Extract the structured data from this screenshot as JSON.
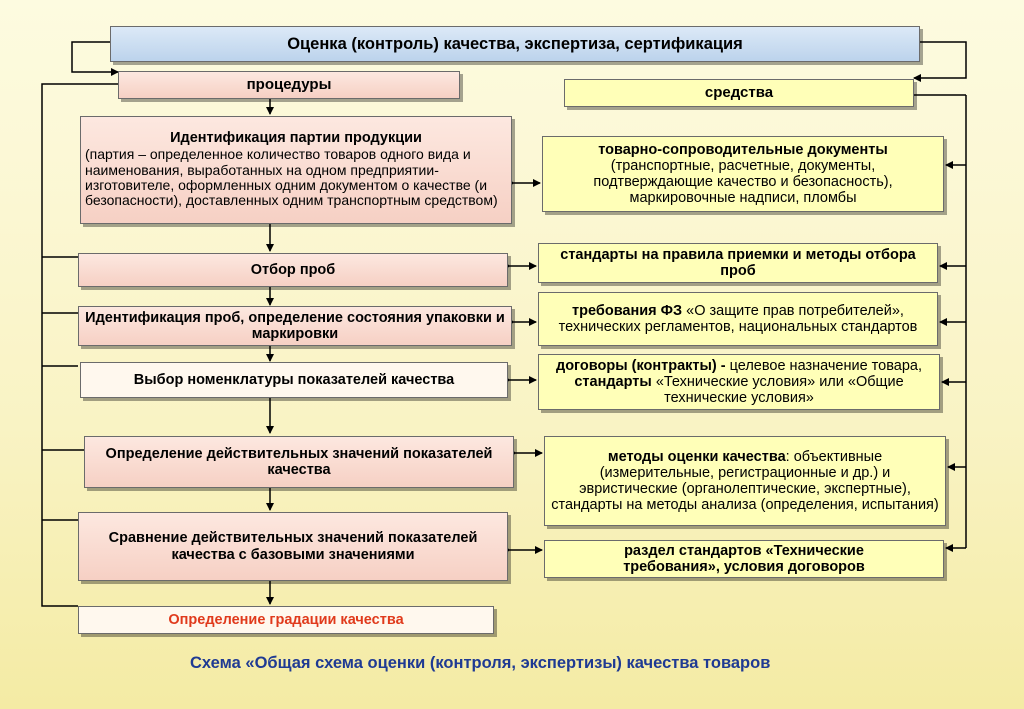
{
  "header": {
    "title": "Оценка (контроль) качества, экспертиза, сертификация"
  },
  "procedures_label": "процедуры",
  "means_label": "средства",
  "steps": [
    {
      "title": "Идентификация партии продукции",
      "text": "(партия – определенное количество товаров одного вида и наименования, выработанных на одном предприятии-изготовителе, оформленных одним документом о качестве (и безопасности), доставленных одним транспортным средством)"
    },
    {
      "title": "Отбор проб"
    },
    {
      "title": "Идентификация проб, определение состояния упаковки и маркировки"
    },
    {
      "title": "Выбор номенклатуры показателей качества"
    },
    {
      "title": "Определение действительных значений показателей качества"
    },
    {
      "title": "Сравнение действительных значений показателей качества с базовыми значениями"
    },
    {
      "title": "Определение градации качества"
    }
  ],
  "means": [
    {
      "bold": "товарно-сопроводительные документы",
      "text": "(транспортные, расчетные, документы, подтверждающие качество и безопасность), маркировочные надписи, пломбы"
    },
    {
      "bold": "стандарты на правила приемки и методы отбора проб"
    },
    {
      "bold": "требования ФЗ",
      "text": "«О защите прав потребителей», технических регламентов, национальных стандартов"
    },
    {
      "bold": "договоры (контракты) -",
      "text": "целевое назначение товара,",
      "bold2": "стандарты",
      "text2": "«Технические условия» или «Общие технические условия»"
    },
    {
      "bold": "методы оценки качества",
      "text": ": объективные (измерительные, регистрационные и др.) и эвристические (органолептические, экспертные), стандарты на методы анализа (определения, испытания)"
    },
    {
      "bold": "раздел стандартов «Технические требования», условия договоров"
    }
  ],
  "caption": "Схема «Общая схема оценки (контроля, экспертизы) качества товаров"
}
